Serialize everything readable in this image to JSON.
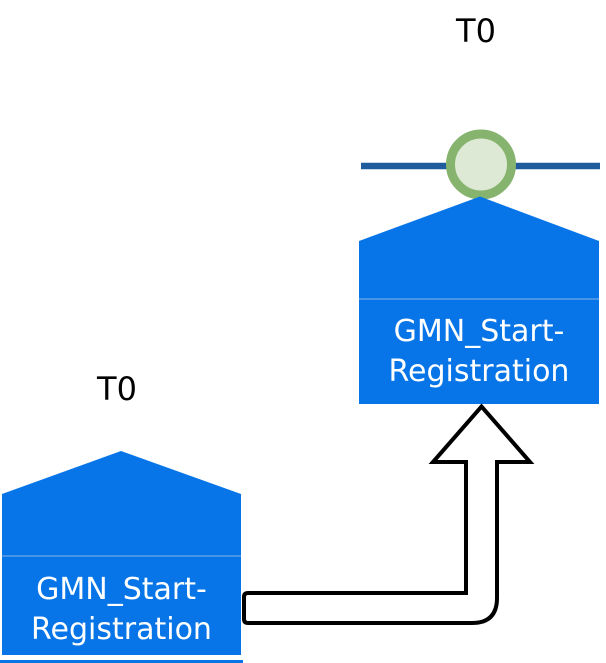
{
  "diagram": {
    "top_event": {
      "time_label": "T0",
      "name_line1": "GMN_Start-",
      "name_line2": "Registration"
    },
    "bottom_event": {
      "time_label": "T0",
      "name_line1": "GMN_Start-",
      "name_line2": "Registration"
    },
    "colors": {
      "event_shape_blue": "#0775E8",
      "shape_divider_blue": "#5FA0E8",
      "timeline_dark_blue": "#1F5C9E",
      "milestone_ring_green": "#86B36D",
      "milestone_fill_green": "#DEE9D5",
      "connector_fill": "#FFFFFF",
      "connector_stroke": "#000000",
      "label_text_white": "#FFFFFF",
      "time_text_black": "#000000"
    }
  }
}
